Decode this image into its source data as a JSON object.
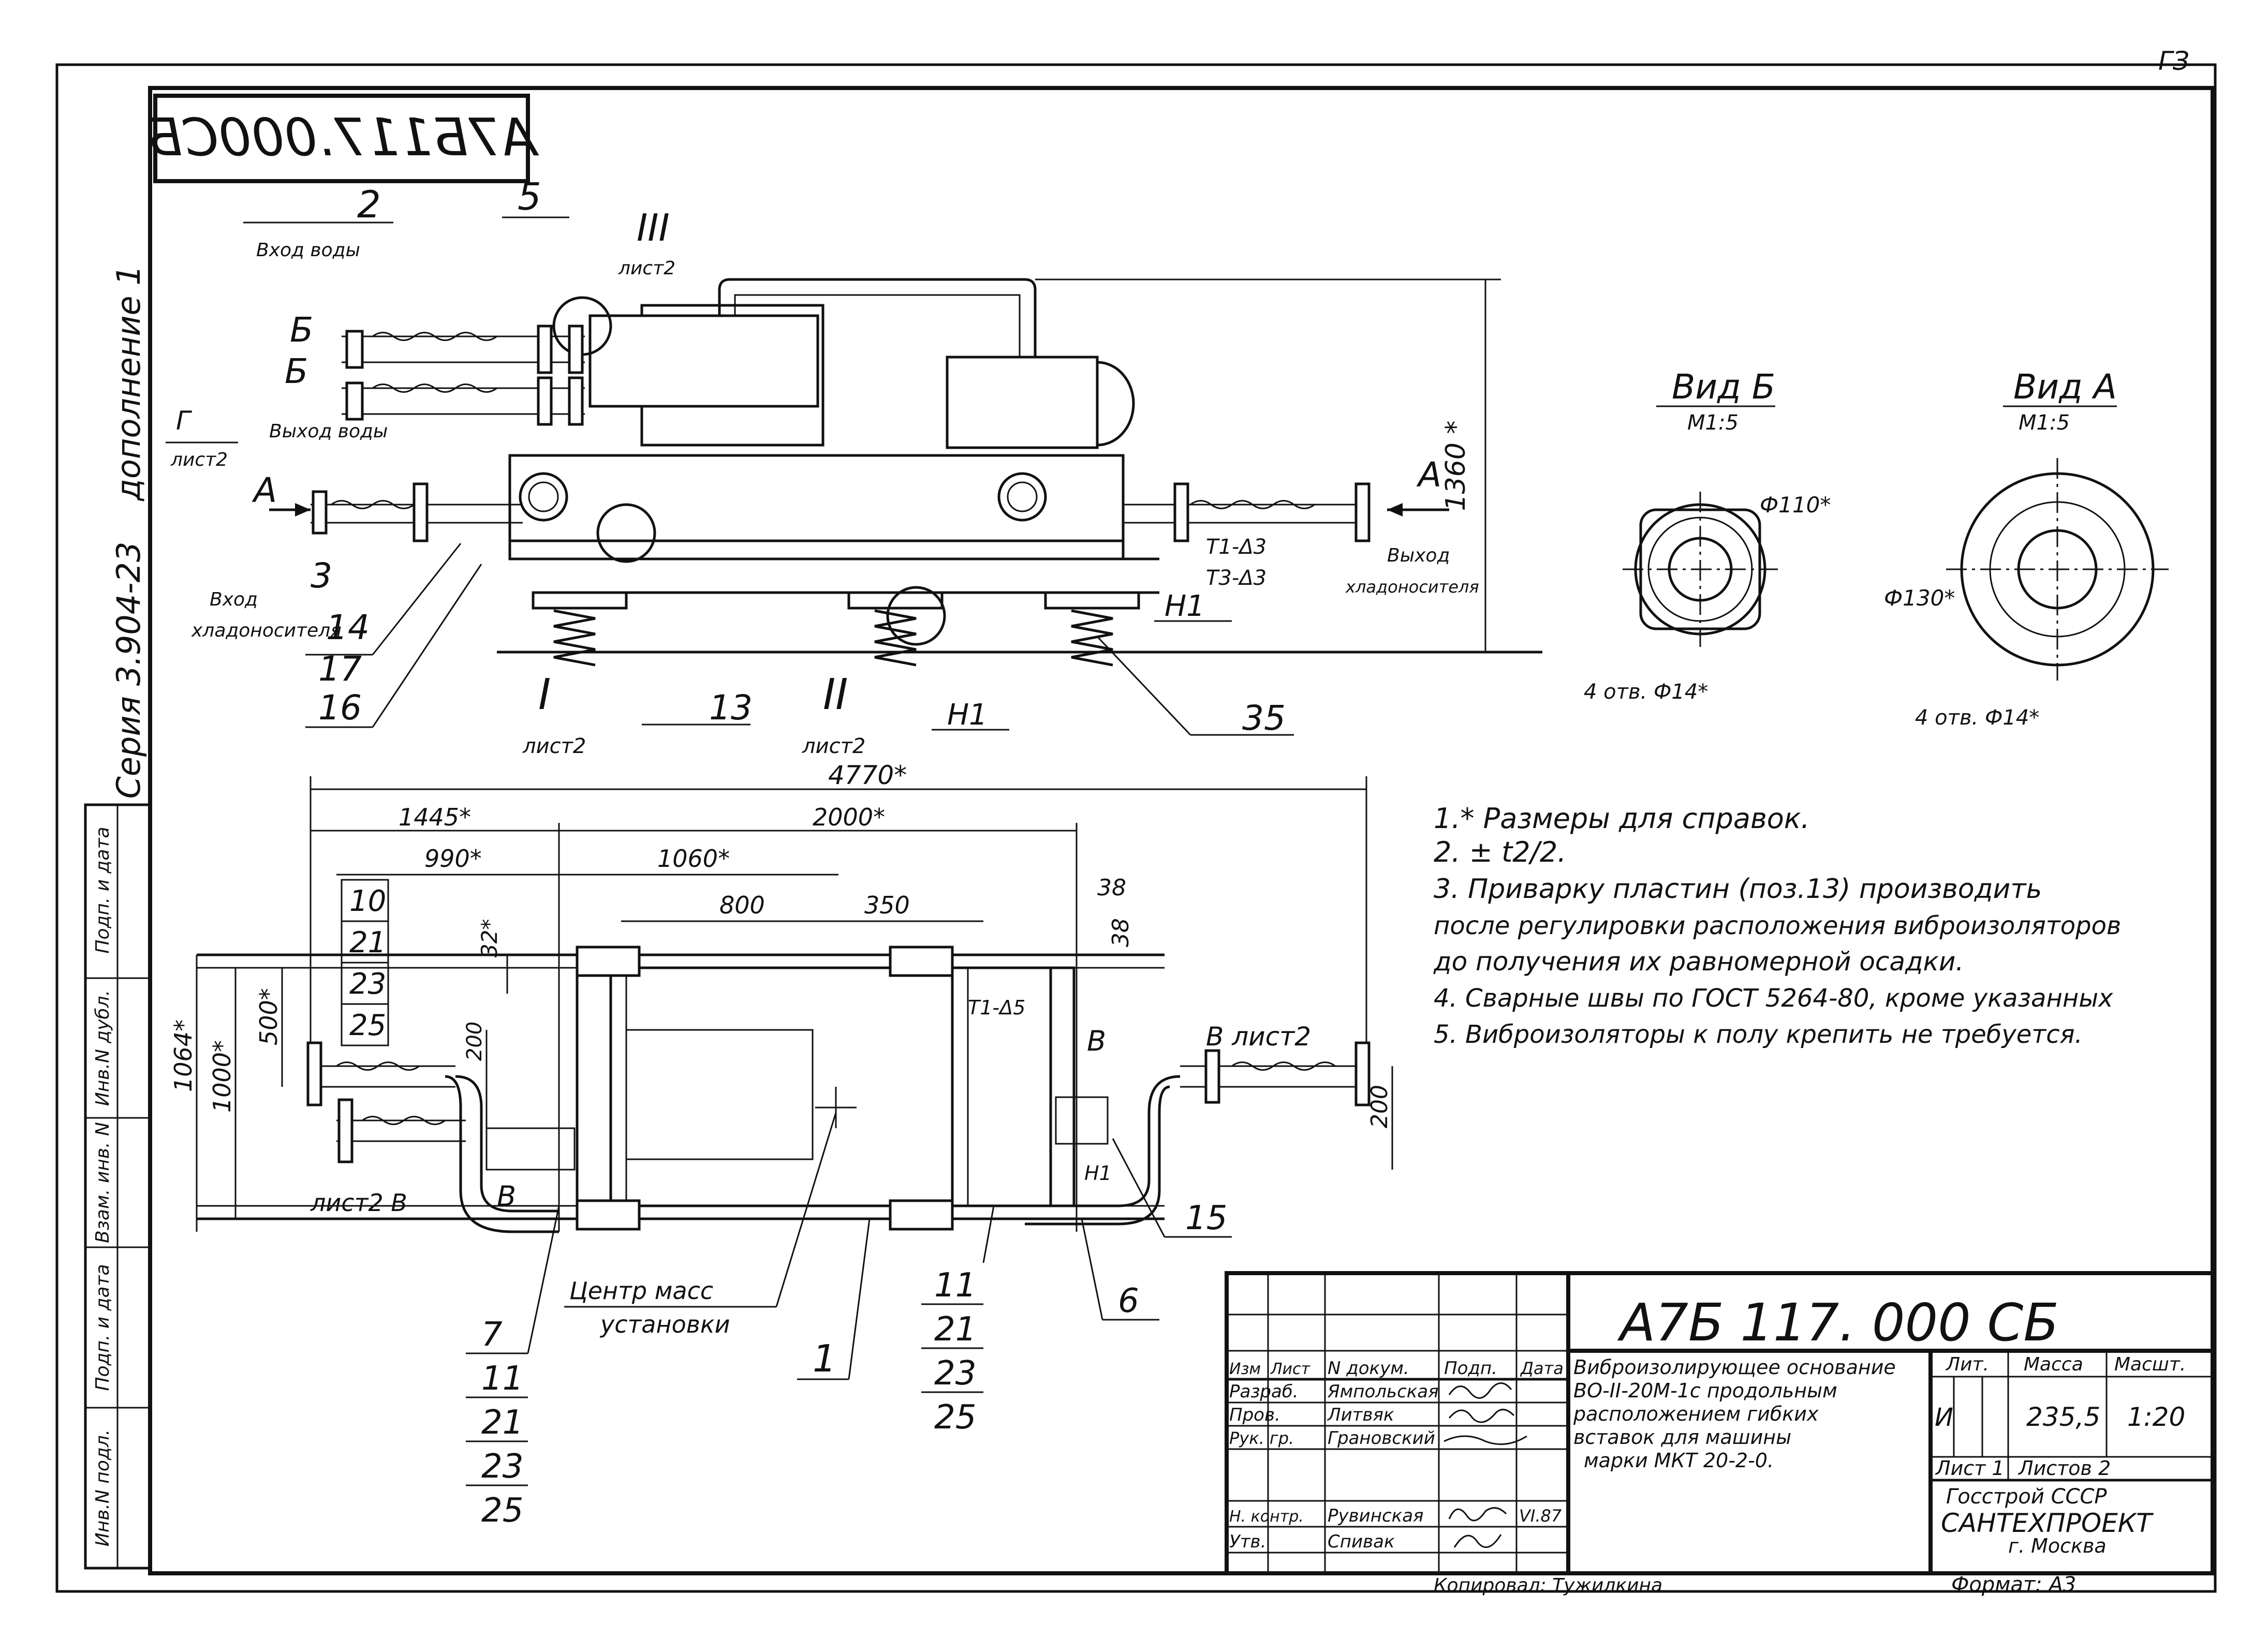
{
  "sheet": {
    "corner_code": "ГЗ"
  },
  "stamp_code_mirrored": "А7Б117.000СБ",
  "side": {
    "addendum": "дополнение 1",
    "series": "Серия 3.904-23",
    "form_cells": [
      "Инв.N подл.",
      "Подп. и дата",
      "Взам. инв. N",
      "Инв.N дубл.",
      "Подп. и дата"
    ]
  },
  "top_view": {
    "water_in": "Вход воды",
    "water_out": "Выход воды",
    "coolant_in_1": "Вход",
    "coolant_in_2": "хладоносителя",
    "coolant_out_1": "Выход",
    "coolant_out_2": "хладоносителя",
    "arrow_b": "Б",
    "arrow_a": "А",
    "gamma": "Г",
    "sheet2": "лист2",
    "height_dim": "1360 *",
    "weld1": "Т1-Δ3",
    "weld3": "Т3-Δ3",
    "h1": "Н1",
    "roman1": "I",
    "roman2": "II",
    "roman3": "III",
    "pos": {
      "p2": "2",
      "p5": "5",
      "p3": "3",
      "p14": "14",
      "p17": "17",
      "p16": "16",
      "p13": "13",
      "p35": "35"
    }
  },
  "views": {
    "b_title": "Вид Б",
    "b_scale": "М1:5",
    "b_dia": "Ф110*",
    "b_holes": "4 отв. Ф14*",
    "a_title": "Вид А",
    "a_scale": "М1:5",
    "a_dia": "Ф130*",
    "a_holes": "4 отв. Ф14*"
  },
  "plan": {
    "d4770": "4770*",
    "d1445": "1445*",
    "d2000": "2000*",
    "d990": "990*",
    "d1060": "1060*",
    "d800": "800",
    "d350": "350",
    "d38a": "38",
    "d38b": "38",
    "d32": "32*",
    "d500": "500*",
    "d1000": "1000*",
    "d1064": "1064*",
    "d200a": "200",
    "d200b": "200",
    "weld": "Т1-Δ5",
    "h1": "Н1",
    "v_label": "В",
    "v_sheet2": "В лист2",
    "sheet2_b": "лист2 В",
    "center_1": "Центр масс",
    "center_2": "установки",
    "pos": {
      "p10": "10",
      "p21": "21",
      "p23": "23",
      "p25": "25",
      "p7": "7",
      "p11": "11",
      "p1": "1",
      "p6": "6",
      "p15": "15"
    }
  },
  "notes": [
    "1.* Размеры для справок.",
    "2. ± t2/2.",
    "3. Приварку пластин (поз.13) производить",
    "после регулировки расположения виброизоляторов",
    "до получения их равномерной осадки.",
    "4. Сварные швы по ГОСТ 5264-80, кроме указанных",
    "5. Виброизоляторы к полу крепить не требуется."
  ],
  "title_block": {
    "code": "А7Б 117. 000 СБ",
    "desc": [
      "Виброизолирующее основание",
      "ВО-II-20М-1с продольным",
      "расположением гибких",
      "вставок для машины",
      "марки МКТ 20-2-0."
    ],
    "hdr": {
      "izm": "Изм",
      "list": "Лист",
      "ndoc": "N докум.",
      "sign": "Подп.",
      "date": "Дата"
    },
    "roles": [
      {
        "role": "Разраб.",
        "name": "Ямпольская"
      },
      {
        "role": "Пров.",
        "name": "Литвяк"
      },
      {
        "role": "Рук. гр.",
        "name": "Грановский"
      },
      {
        "role": "Н. контр.",
        "name": "Рувинская"
      },
      {
        "role": "Утв.",
        "name": "Спивак"
      }
    ],
    "date_note": "VI.87",
    "lit_hdr": "Лит.",
    "mass_hdr": "Масса",
    "scale_hdr": "Масшт.",
    "lit": "И",
    "mass": "235,5",
    "scale": "1:20",
    "sheet": "Лист 1",
    "sheets": "Листов 2",
    "org1": "Госстрой СССР",
    "org2": "САНТЕХПРОЕКТ",
    "org3": "г. Москва",
    "copied": "Копировал: Тужилкина",
    "format": "Формат: А3"
  }
}
